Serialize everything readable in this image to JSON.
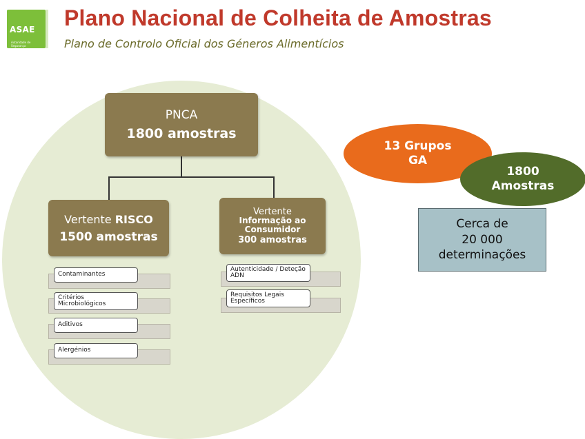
{
  "header": {
    "logo_text": "ASAE",
    "logo_sub": "Autoridade de Segurança",
    "title": "Plano Nacional de Colheita de Amostras",
    "subtitle": "Plano de Controlo Oficial dos Géneros Alimentícios"
  },
  "root": {
    "label": "PNCA",
    "samples": "1800 amostras"
  },
  "risco": {
    "prefix": "Vertente ",
    "emphasis": "RISCO",
    "samples": "1500 amostras",
    "items": [
      "Contaminantes",
      "Critérios Microbiológicos",
      "Aditivos",
      "Alergénios"
    ]
  },
  "info": {
    "line1": "Vertente",
    "line2": "Informação ao",
    "line3": "Consumidor",
    "samples": "300 amostras",
    "items": [
      "Autenticidade / Deteção ADN",
      "Requisitos Legais Específicos"
    ]
  },
  "grupos": {
    "line1": "13 Grupos",
    "line2": "GA"
  },
  "amostras": {
    "line1": "1800",
    "line2": "Amostras"
  },
  "determinacoes": {
    "line1": "Cerca de",
    "line2": "20 000",
    "line3": "determinações"
  },
  "colors": {
    "title": "#c0392b",
    "box": "#8b7a4f",
    "circle": "#e6ecd4",
    "orange": "#e96b1c",
    "green": "#526c2a",
    "blue_box": "#a7c1c7"
  }
}
